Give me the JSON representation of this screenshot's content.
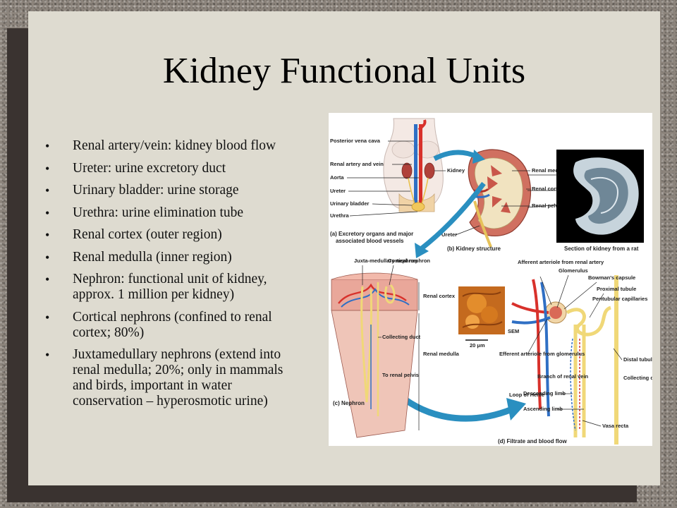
{
  "slide": {
    "title": "Kidney Functional Units",
    "bullets": [
      "Renal artery/vein: kidney blood flow",
      "Ureter: urine excretory duct",
      "Urinary bladder: urine storage",
      "Urethra: urine elimination tube",
      "Renal cortex (outer region)",
      "Renal medulla (inner region)",
      "Nephron: functional unit of kidney,\napprox. 1 million per kidney)",
      "Cortical nephrons (confined to renal\ncortex; 80%)",
      "Juxtamedullary nephrons (extend into\nrenal medulla; 20%; only in mammals\nand birds, important in water\nconservation – hyperosmotic urine)"
    ]
  },
  "figure": {
    "panel_a": {
      "labels": [
        "Posterior vena cava",
        "Renal artery and vein",
        "Aorta",
        "Ureter",
        "Urinary bladder",
        "Urethra",
        "Kidney"
      ],
      "caption_line1": "(a) Excretory organs and major",
      "caption_line2": "associated blood vessels"
    },
    "panel_b": {
      "labels": [
        "Renal medulla",
        "Renal cortex",
        "Renal pelvis",
        "Ureter"
      ],
      "caption": "(b) Kidney structure",
      "photo_caption": "Section of kidney from a rat"
    },
    "panel_c": {
      "labels": [
        "Juxta-medullary nephron",
        "Cortical nephron",
        "Renal cortex",
        "Collecting duct",
        "Renal medulla",
        "To renal pelvis"
      ],
      "caption": "(c) Nephron"
    },
    "panel_d": {
      "labels": [
        "Afferent arteriole from renal artery",
        "Glomerulus",
        "Bowman's capsule",
        "Proximal tubule",
        "Peritubular capillaries",
        "SEM",
        "Efferent arteriole from glomerulus",
        "Branch of renal vein",
        "Distal tubule",
        "Collecting duct",
        "Loop of Henle",
        "Descending limb",
        "Ascending limb",
        "Vasa recta"
      ],
      "scale_bar": "20 μm",
      "caption": "(d) Filtrate and blood flow"
    },
    "colors": {
      "artery": "#d8312b",
      "vein": "#2f6fc4",
      "tubule": "#f0d878",
      "cortex": "#e9a79a",
      "arrow": "#2a8fc0"
    }
  }
}
